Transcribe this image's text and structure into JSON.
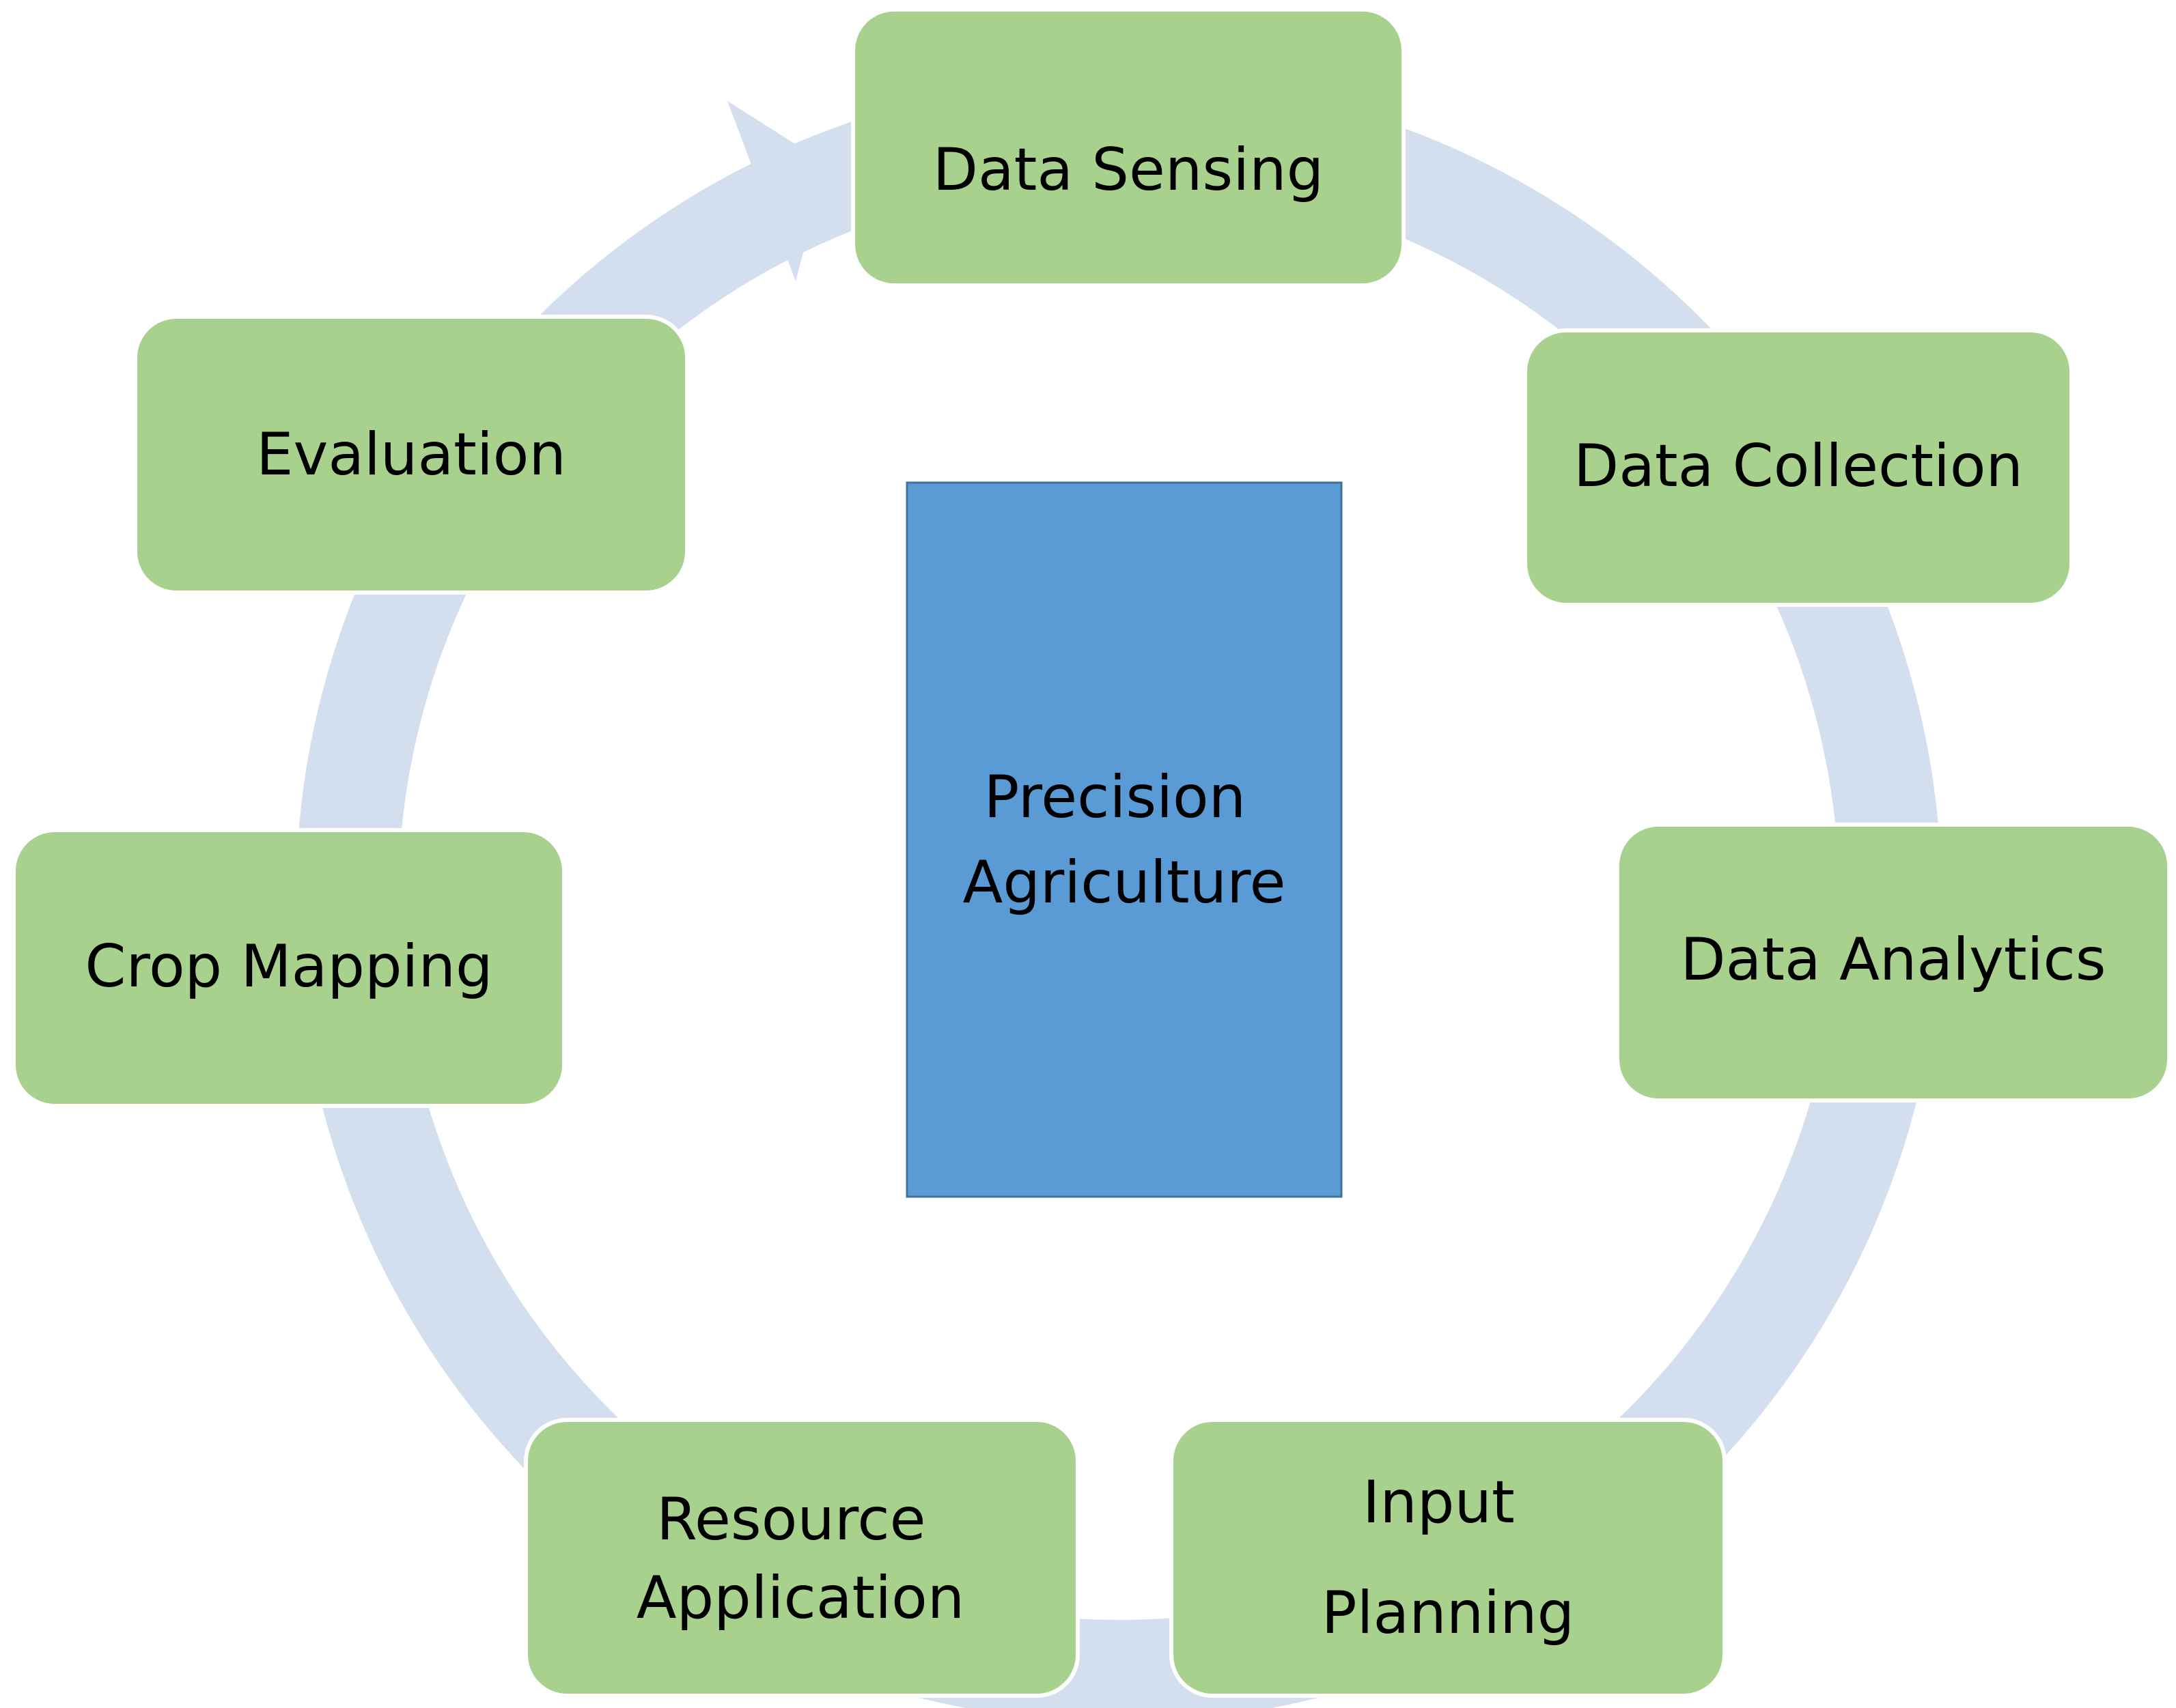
{
  "center": {
    "lines": [
      "Precision",
      "Agriculture"
    ],
    "fill": "#5b9bd5"
  },
  "stages": [
    {
      "id": "data-sensing",
      "lines": [
        "Data Sensing"
      ]
    },
    {
      "id": "data-collection",
      "lines": [
        "Data Collection"
      ]
    },
    {
      "id": "data-analytics",
      "lines": [
        "Data Analytics"
      ]
    },
    {
      "id": "input-planning",
      "lines": [
        "Input",
        "Planning"
      ]
    },
    {
      "id": "resource-application",
      "lines": [
        "Resource",
        "Application"
      ]
    },
    {
      "id": "crop-mapping",
      "lines": [
        "Crop Mapping"
      ]
    },
    {
      "id": "evaluation",
      "lines": [
        "Evaluation"
      ]
    }
  ],
  "colors": {
    "stage_fill": "#a9d18e",
    "ring": "#d3deef",
    "text": "#000000"
  }
}
